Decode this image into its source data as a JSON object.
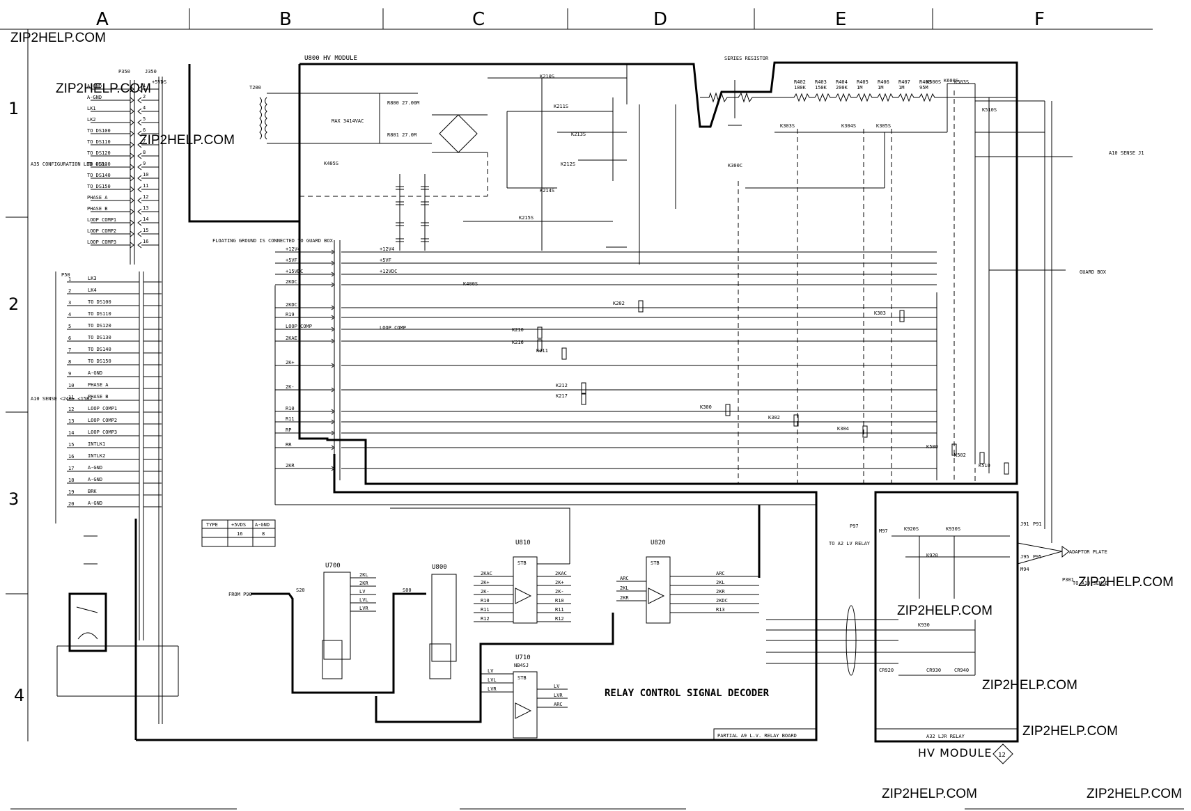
{
  "grid": {
    "columns": [
      "A",
      "B",
      "C",
      "D",
      "E",
      "F"
    ],
    "rows": [
      "1",
      "2",
      "3",
      "4"
    ]
  },
  "watermarks": [
    "ZIP2HELP.COM",
    "ZIP2HELP.COM",
    "ZIP2HELP.COM",
    "ZIP2HELP.COM",
    "ZIP2HELP.COM",
    "ZIP2HELP.COM",
    "ZIP2HELP.COM",
    "ZIP2HELP.COM",
    "ZIP2HELP.COM"
  ],
  "modules": {
    "u800": "U800 HV MODULE",
    "series_resistor": "SERIES RESISTOR",
    "a9_board": "PARTIAL A9 L.V. RELAY BOARD",
    "a32_board": "A32 LJR RELAY",
    "hv_module": "HV MODULE",
    "hv_module_ref": "12"
  },
  "title": "RELAY CONTROL SIGNAL DECODER",
  "left_connector": {
    "top_labels": [
      "P350",
      "J350",
      "+5VDS"
    ],
    "pins": [
      {
        "n": "1",
        "label": "A-GND"
      },
      {
        "n": "2",
        "label": "A-GND"
      },
      {
        "n": "4",
        "label": "LK1"
      },
      {
        "n": "5",
        "label": "LK2"
      },
      {
        "n": "6",
        "label": "TO DS100"
      },
      {
        "n": "7",
        "label": "TO DS110"
      },
      {
        "n": "8",
        "label": "TO DS120"
      },
      {
        "n": "9",
        "label": "TO DS130"
      },
      {
        "n": "10",
        "label": "TO DS140"
      },
      {
        "n": "11",
        "label": "TO DS150"
      },
      {
        "n": "12",
        "label": "PHASE A"
      },
      {
        "n": "13",
        "label": "PHASE B"
      },
      {
        "n": "14",
        "label": "LOOP COMP1"
      },
      {
        "n": "15",
        "label": "LOOP COMP2"
      },
      {
        "n": "16",
        "label": "LOOP COMP3"
      }
    ],
    "side_label": "A35 CONFIGURATION LED <18>"
  },
  "p50_connector": {
    "name": "P50",
    "pins": [
      {
        "n": "1",
        "label": "LK3"
      },
      {
        "n": "2",
        "label": "LK4"
      },
      {
        "n": "3",
        "label": "TO DS100"
      },
      {
        "n": "4",
        "label": "TO DS110"
      },
      {
        "n": "5",
        "label": "TO DS120"
      },
      {
        "n": "6",
        "label": "TO DS130"
      },
      {
        "n": "7",
        "label": "TO DS140"
      },
      {
        "n": "8",
        "label": "TO DS150"
      },
      {
        "n": "9",
        "label": "A-GND"
      },
      {
        "n": "10",
        "label": "PHASE A"
      },
      {
        "n": "11",
        "label": "PHASE B"
      },
      {
        "n": "12",
        "label": "LOOP COMP1"
      },
      {
        "n": "13",
        "label": "LOOP COMP2"
      },
      {
        "n": "14",
        "label": "LOOP COMP3"
      },
      {
        "n": "15",
        "label": "INTLK1"
      },
      {
        "n": "16",
        "label": "INTLK2"
      },
      {
        "n": "17",
        "label": "A-GND"
      },
      {
        "n": "18",
        "label": "A-GND"
      },
      {
        "n": "19",
        "label": "BRK"
      },
      {
        "n": "20",
        "label": "A-GND"
      }
    ],
    "side_label": "A10 SENSE <240> <15B>"
  },
  "bus_labels": [
    "+12V4",
    "+5VF",
    "+15VDC",
    "2KDC",
    "2KDC",
    "R19",
    "LOOP COMP",
    "2KAE",
    "2K+",
    "2K-",
    "R10",
    "R11",
    "RP",
    "RR",
    "2KR"
  ],
  "bus_right_labels": [
    "+12V4",
    "+5VF",
    "+12VDC",
    "LOOP COMP"
  ],
  "resistors": [
    {
      "ref": "R402",
      "val": "180K"
    },
    {
      "ref": "R403",
      "val": "150K"
    },
    {
      "ref": "R404",
      "val": "200K"
    },
    {
      "ref": "R405",
      "val": "1M"
    },
    {
      "ref": "R406",
      "val": "1M"
    },
    {
      "ref": "R407",
      "val": "1M"
    },
    {
      "ref": "R408",
      "val": "95M"
    }
  ],
  "relays": [
    "K210S",
    "K211S",
    "K213S",
    "K212S",
    "K214S",
    "K215S",
    "K405S",
    "K400S",
    "K300C",
    "K303S",
    "K304S",
    "K305S",
    "K500S",
    "K503S",
    "K510S",
    "K600S"
  ],
  "coils": [
    "K202",
    "K303",
    "K210",
    "K216",
    "K211",
    "K212",
    "K217",
    "K300",
    "K302",
    "K304",
    "K500",
    "K502",
    "K510"
  ],
  "ics": {
    "u700": {
      "name": "U700",
      "out": [
        "2KL",
        "2KR",
        "LV",
        "LVL",
        "LVR"
      ],
      "in": "S20",
      "from": "FROM P90"
    },
    "u800i": {
      "name": "U800",
      "in": "S00"
    },
    "u810": {
      "name": "U810",
      "chip": "STB",
      "out": [
        "2KAC",
        "2K+",
        "2K-",
        "R10",
        "R11",
        "R12"
      ]
    },
    "u820": {
      "name": "U820",
      "chip": "STB",
      "in": [
        "ARC",
        "2KL",
        "2KR"
      ],
      "out": [
        "ARC",
        "2KL",
        "2KR",
        "2KDC",
        "R13"
      ]
    },
    "u710": {
      "name": "U710",
      "chip": "STB",
      "part": "NB4SJ",
      "in": [
        "LV",
        "LVL",
        "LVR"
      ],
      "out": [
        "LV",
        "LVR",
        "ARC"
      ]
    }
  },
  "a32": {
    "labels": [
      "P97",
      "M97",
      "K920S",
      "K930S",
      "K920",
      "K930",
      "CR920",
      "CR930",
      "CR940",
      "J91",
      "P91",
      "J95",
      "P95",
      "M94",
      "P301"
    ],
    "to_labels": [
      "TO A2 LV RELAY",
      "ADAPTOR PLATE",
      "TO A10 SENSE"
    ]
  },
  "misc_labels": {
    "sense": "A10 SENSE J1",
    "guard": "GUARD BOX",
    "floating": "FLOATING GROUND IS CONNECTED TO GUARD BOX",
    "max": "MAX 3414VAC",
    "r800": "R800 27.00M",
    "r801": "R801 27.0M",
    "t200": "T200",
    "table_head": [
      "TYPE",
      "+5VDS",
      "A-GND"
    ],
    "table_row": [
      "",
      "16",
      "8"
    ]
  }
}
